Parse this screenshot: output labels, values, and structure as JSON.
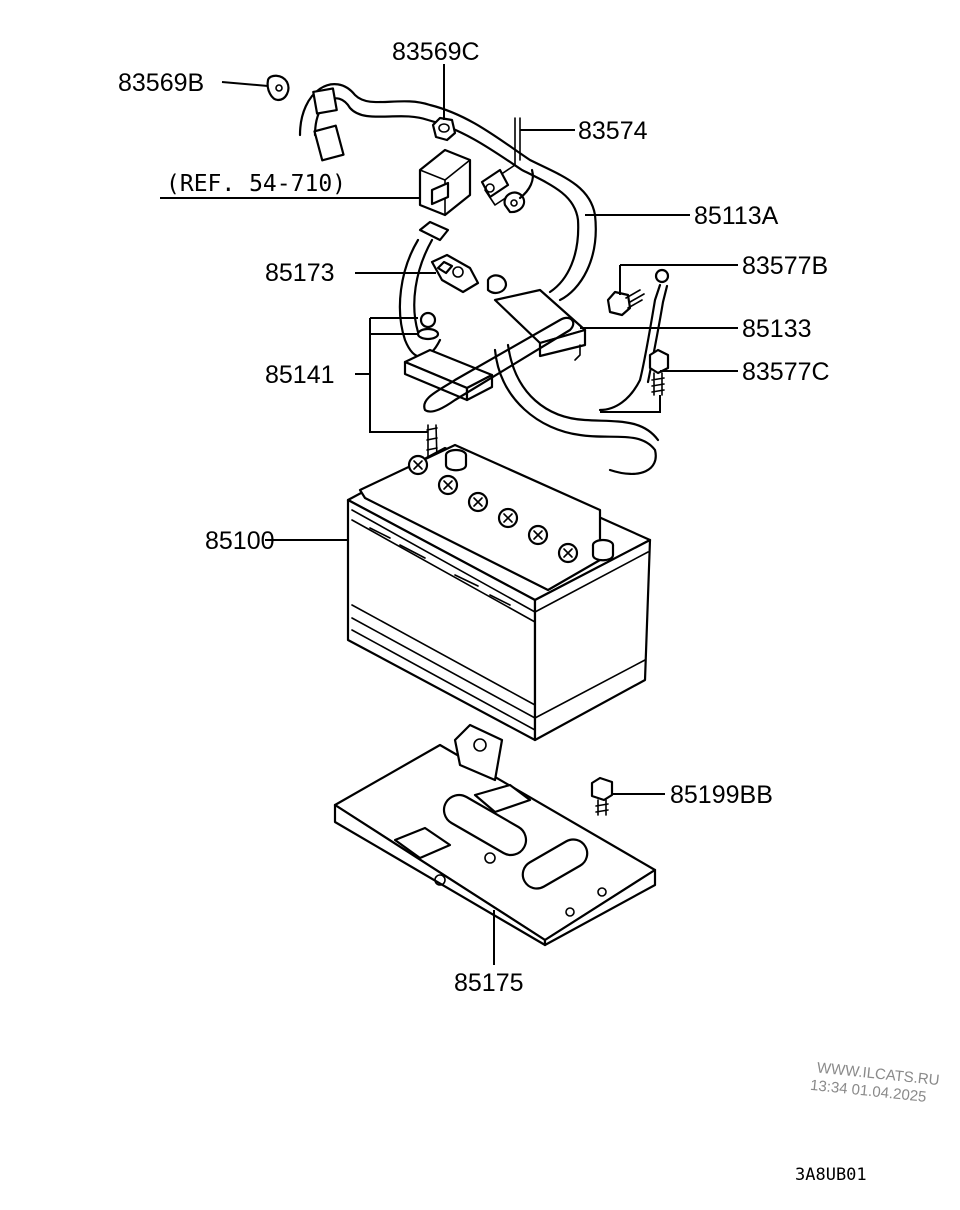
{
  "parts": {
    "p83569C": "83569C",
    "p83569B": "83569B",
    "p83574": "83574",
    "p85113A": "85113A",
    "p85173": "85173",
    "p83577B": "83577B",
    "p85133": "85133",
    "p85141": "85141",
    "p83577C": "83577C",
    "p85100": "85100",
    "p85199BB": "85199BB",
    "p85175": "85175"
  },
  "reference": "(REF. 54-710)",
  "watermark": {
    "site": "WWW.ILCATS.RU",
    "timestamp": "13:34 01.04.2025"
  },
  "diagram_code": "3A8UB01"
}
